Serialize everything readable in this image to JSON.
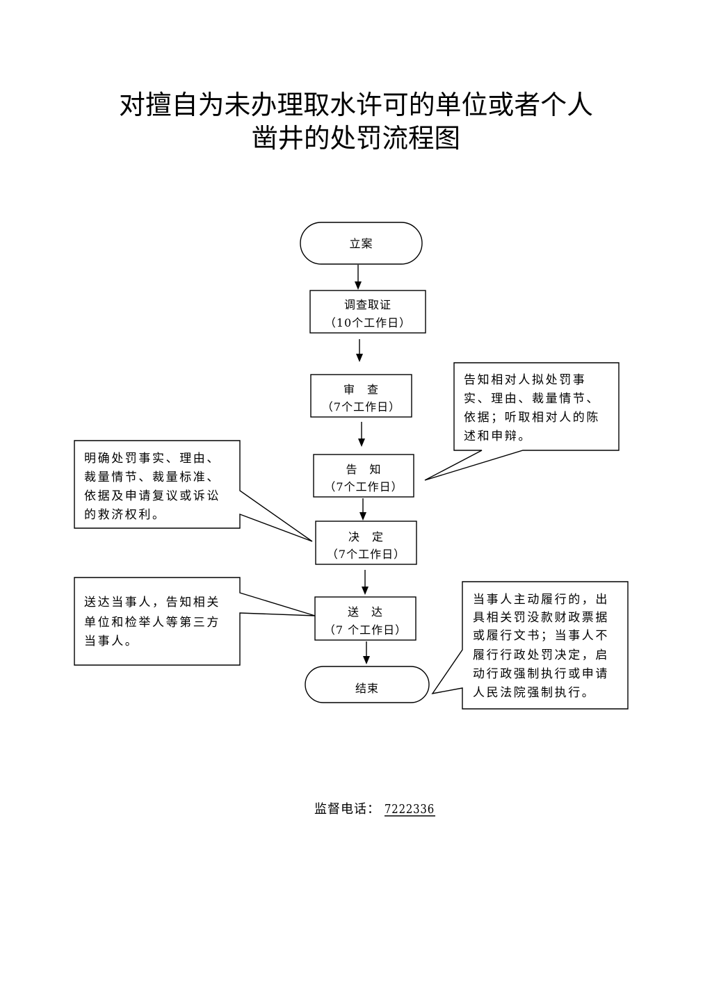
{
  "title": {
    "line1": "对擅自为未办理取水许可的单位或者个人",
    "line2": "凿井的处罚流程图"
  },
  "flow": {
    "start": "立案",
    "steps": [
      {
        "label": "调查取证",
        "time_limit": "（10个工作日）"
      },
      {
        "label": "审　查",
        "time_limit": "（7个工作日）"
      },
      {
        "label": "告　知",
        "time_limit": "（7个工作日）"
      },
      {
        "label": "决　定",
        "time_limit": "（7个工作日）"
      },
      {
        "label": "送　达",
        "time_limit": "（7 个工作日）"
      }
    ],
    "end": "结束"
  },
  "notes": {
    "notify_step": [
      "告知相对人拟处罚事",
      "实、理由、裁量情节、",
      "依据；听取相对人的陈",
      "述和申辩。"
    ],
    "decision_step": [
      "明确处罚事实、理由、",
      "裁量情节、裁量标准、",
      "依据及申请复议或诉讼",
      "的救济权利。"
    ],
    "delivery_step": [
      "送达当事人，告知相关",
      "单位和检举人等第三方",
      "当事人。"
    ],
    "end_step": [
      "当事人主动履行的，出",
      "具相关罚没款财政票据",
      "或履行文书；当事人不",
      "履行行政处罚决定，启",
      "动行政强制执行或申请",
      "人民法院强制执行。"
    ]
  },
  "footer": {
    "label": "监督电话：",
    "phone": "7222336"
  },
  "colors": {
    "line": "#000000",
    "background": "#ffffff"
  }
}
